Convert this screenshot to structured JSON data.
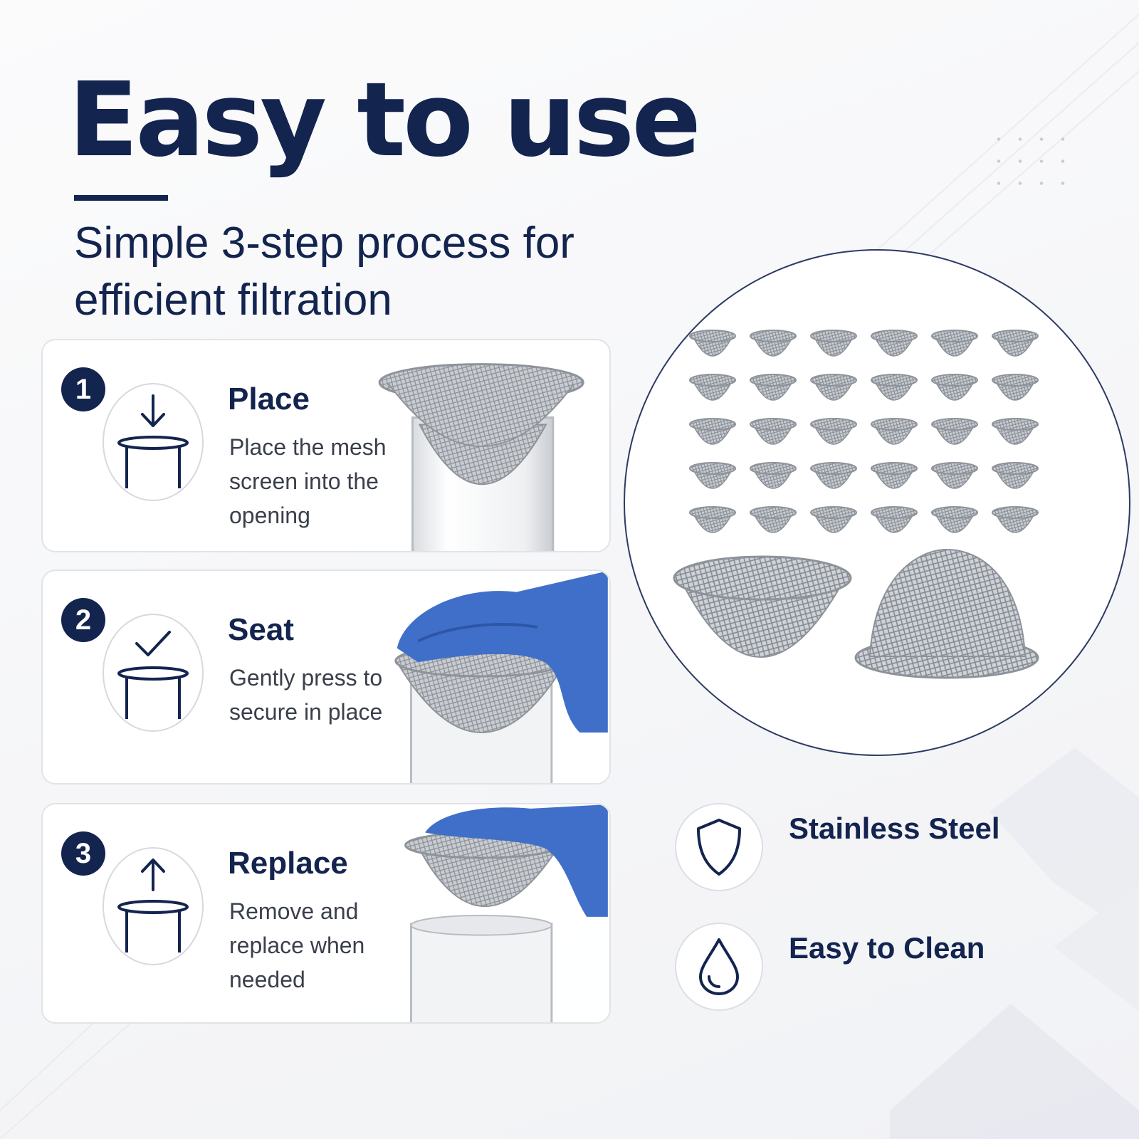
{
  "header": {
    "title": "Easy to use",
    "subtitle": "Simple 3-step process for efficient filtration"
  },
  "steps": [
    {
      "number": "1",
      "title": "Place",
      "description": "Place the mesh screen into the opening",
      "icon": "arrow-down-into-tube-icon"
    },
    {
      "number": "2",
      "title": "Seat",
      "description": "Gently press to secure in place",
      "icon": "checkmark-tube-icon"
    },
    {
      "number": "3",
      "title": "Replace",
      "description": "Remove and replace when needed",
      "icon": "arrow-up-out-of-tube-icon"
    }
  ],
  "product_grid": {
    "rows": 5,
    "columns": 6
  },
  "features": [
    {
      "label": "Stainless Steel",
      "icon": "shield-icon"
    },
    {
      "label": "Easy to Clean",
      "icon": "water-drop-icon"
    }
  ],
  "colors": {
    "navy": "#13244f",
    "glove_blue": "#3f6fc9",
    "mesh_gray": "#9aa0a8",
    "background": "#f4f5f7"
  }
}
